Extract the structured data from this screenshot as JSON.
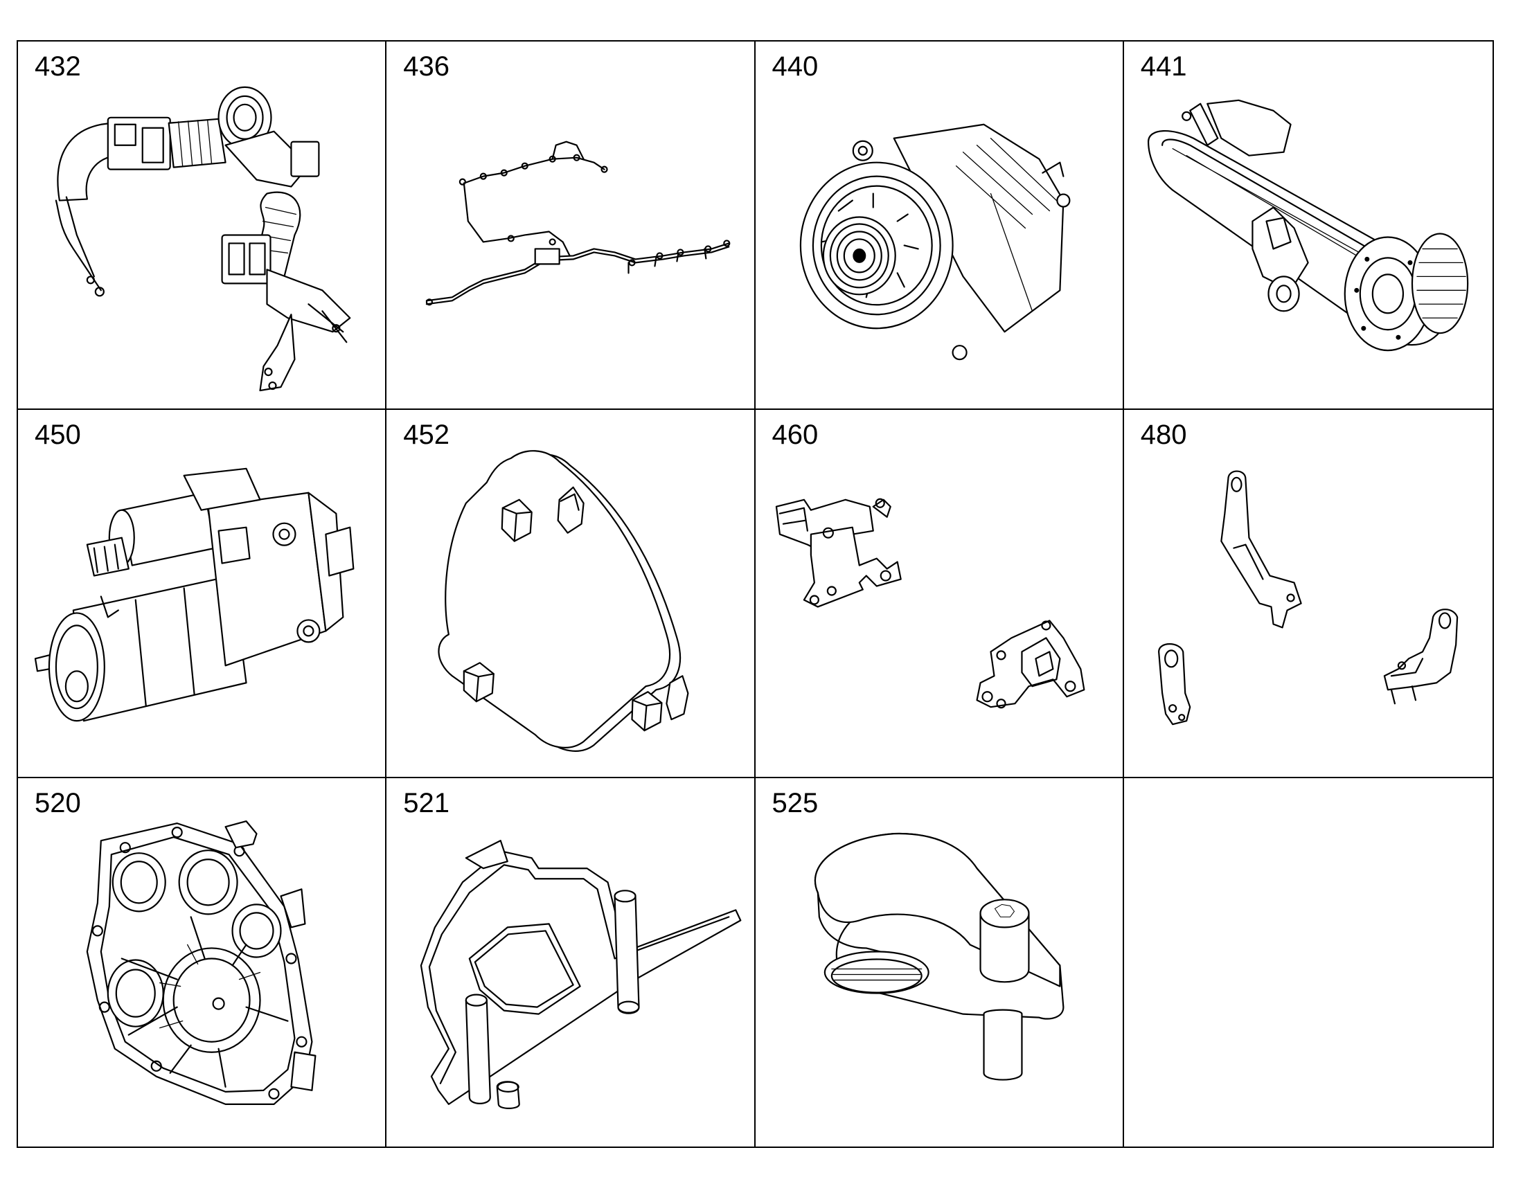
{
  "parts": [
    {
      "label": "432",
      "icon": "air-intake-pipe-assembly-icon"
    },
    {
      "label": "436",
      "icon": "wiring-harness-icon"
    },
    {
      "label": "440",
      "icon": "alternator-icon"
    },
    {
      "label": "441",
      "icon": "belt-drive-icon"
    },
    {
      "label": "450",
      "icon": "starter-motor-icon"
    },
    {
      "label": "452",
      "icon": "cover-plate-icon"
    },
    {
      "label": "460",
      "icon": "mounting-brackets-icon"
    },
    {
      "label": "480",
      "icon": "lifting-eyes-icon"
    },
    {
      "label": "520",
      "icon": "flywheel-housing-icon"
    },
    {
      "label": "521",
      "icon": "locating-tool-icon"
    },
    {
      "label": "525",
      "icon": "tensioner-tool-icon"
    }
  ]
}
